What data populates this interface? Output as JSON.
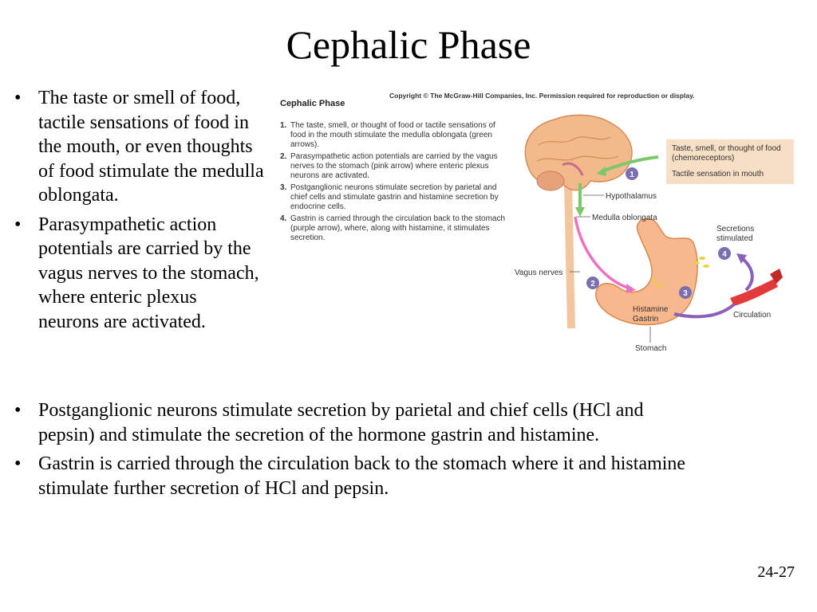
{
  "slide": {
    "title": "Cephalic Phase",
    "number": "24-27",
    "left_bullets": [
      "The taste or smell of food, tactile sensations of food in the mouth, or even thoughts of food stimulate the medulla oblongata.",
      "Parasympathetic action potentials are carried by the vagus nerves to the stomach, where enteric plexus"
    ],
    "left_bullet_tail": "neurons are activated.",
    "bottom_bullets": [
      "Postganglionic neurons stimulate secretion by parietal and chief cells (HCl and pepsin) and stimulate the secretion of the hormone gastrin and histamine.",
      "Gastrin is carried through the circulation back to the stomach where it and histamine stimulate further secretion of HCl and pepsin."
    ],
    "bullet_glyph": "•"
  },
  "figure": {
    "title": "Cephalic Phase",
    "copyright": "Copyright © The McGraw-Hill Companies, Inc. Permission required for reproduction or display.",
    "steps": [
      {
        "num": "1.",
        "text": "The taste, smell, or thought of food or tactile sensations of food in the mouth stimulate the medulla oblongata (green arrows)."
      },
      {
        "num": "2.",
        "text": "Parasympathetic action potentials are carried by the vagus nerves to the stomach (pink arrow) where enteric plexus neurons are activated."
      },
      {
        "num": "3.",
        "text": "Postganglionic neurons stimulate secretion by parietal and chief cells and stimulate gastrin and histamine secretion by endocrine cells."
      },
      {
        "num": "4.",
        "text": "Gastrin is carried through the circulation back to the stomach (purple arrow), where, along with histamine, it stimulates secretion."
      }
    ],
    "info_box": {
      "line1": "Taste, smell, or thought of food (chemoreceptors)",
      "line2": "Tactile sensation in mouth"
    },
    "labels": {
      "hypothalamus": "Hypothalamus",
      "medulla": "Medulla oblongata",
      "vagus": "Vagus nerves",
      "secretions": "Secretions",
      "stimulated": "stimulated",
      "histamine": "Histamine",
      "gastrin": "Gastrin",
      "circulation": "Circulation",
      "stomach": "Stomach"
    },
    "badges": [
      "1",
      "2",
      "3",
      "4"
    ],
    "colors": {
      "brain": "#f2b98a",
      "stomach": "#f6b88c",
      "green_arrow": "#7dc86a",
      "pink_arrow": "#ec6fc0",
      "purple_arrow": "#8c5fb8",
      "badge": "#7b6fb0",
      "vessel": "#e23a3a"
    }
  }
}
